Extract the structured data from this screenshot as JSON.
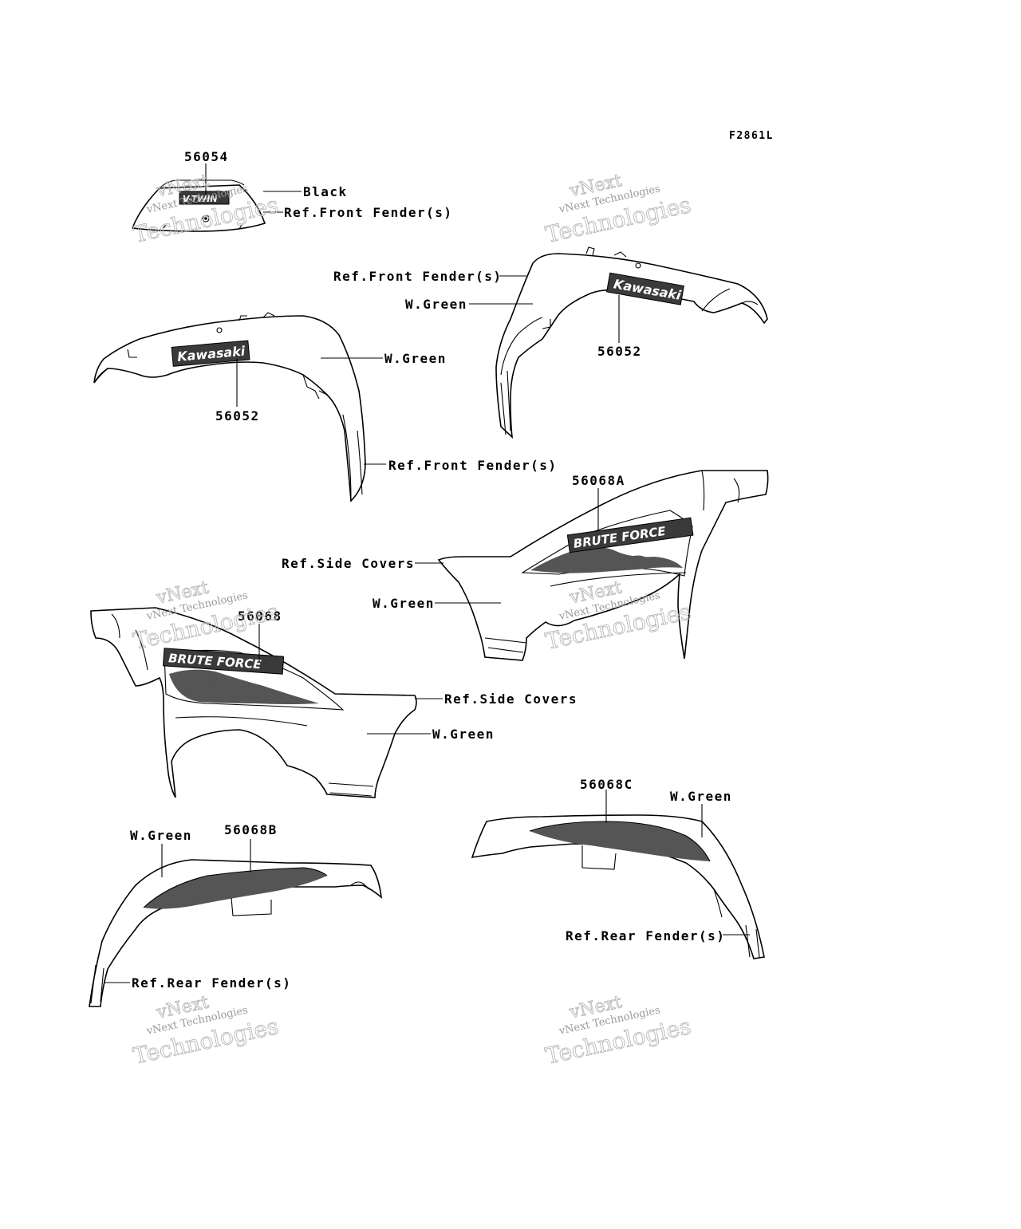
{
  "figure_id": "F2861L",
  "watermark": {
    "line1": "vNext",
    "line2": "vNext Technologies",
    "line3": "Technologies"
  },
  "decals": {
    "kawasaki": "Kawasaki",
    "brute_force": "BRUTE FORCE",
    "emblem_text": "V-TWIN"
  },
  "callouts": {
    "part_56054": "56054",
    "black": "Black",
    "ref_front_fender_top": "Ref.Front Fender(s)",
    "ref_front_fender_right": "Ref.Front Fender(s)",
    "w_green_right_front": "W.Green",
    "part_56052_right": "56052",
    "w_green_left_front": "W.Green",
    "part_56052_left": "56052",
    "ref_front_fender_left": "Ref.Front Fender(s)",
    "part_56068A": "56068A",
    "ref_side_covers_right": "Ref.Side Covers",
    "w_green_right_side": "W.Green",
    "part_56068": "56068",
    "ref_side_covers_left": "Ref.Side Covers",
    "w_green_left_side": "W.Green",
    "part_56068C": "56068C",
    "w_green_right_rear": "W.Green",
    "ref_rear_fender_right": "Ref.Rear Fender(s)",
    "w_green_left_rear": "W.Green",
    "part_56068B": "56068B",
    "ref_rear_fender_left": "Ref.Rear Fender(s)"
  }
}
